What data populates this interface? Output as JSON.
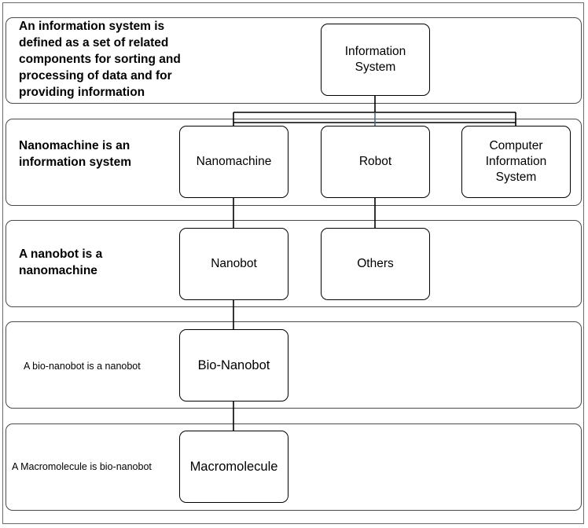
{
  "levels": [
    {
      "caption": "An information system is\ndefined as a set of related\ncomponents for sorting and\nprocessing of data and for\nproviding information",
      "caption_style": "bold",
      "nodes": [
        "Information\nSystem"
      ]
    },
    {
      "caption": "Nanomachine is an\ninformation system",
      "caption_style": "bold",
      "nodes": [
        "Nanomachine",
        "Robot",
        "Computer\nInformation\nSystem"
      ]
    },
    {
      "caption": "A nanobot is a\nnanomachine",
      "caption_style": "bold",
      "nodes": [
        "Nanobot",
        "Others"
      ]
    },
    {
      "caption": "A  bio-nanobot is a nanobot",
      "caption_style": "plain",
      "nodes": [
        "Bio-Nanobot"
      ]
    },
    {
      "caption": "A Macromolecule is bio-nanobot",
      "caption_style": "plain",
      "nodes": [
        "Macromolecule"
      ]
    }
  ],
  "colors": {
    "line": "#000000",
    "band_border": "#4a4a4a",
    "connector_accent": "#4a6a8a"
  }
}
